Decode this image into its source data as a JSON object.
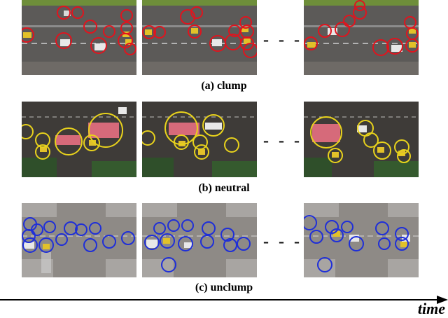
{
  "rows": [
    {
      "id": "clump",
      "caption": "(a) clump",
      "circle_color": "#e0141e"
    },
    {
      "id": "neutral",
      "caption": "(b) neutral",
      "circle_color": "#e8d21c"
    },
    {
      "id": "unclump",
      "caption": "(c) unclump",
      "circle_color": "#1f2fd8"
    }
  ],
  "ellipsis": "- - -",
  "time_axis_label": "time"
}
